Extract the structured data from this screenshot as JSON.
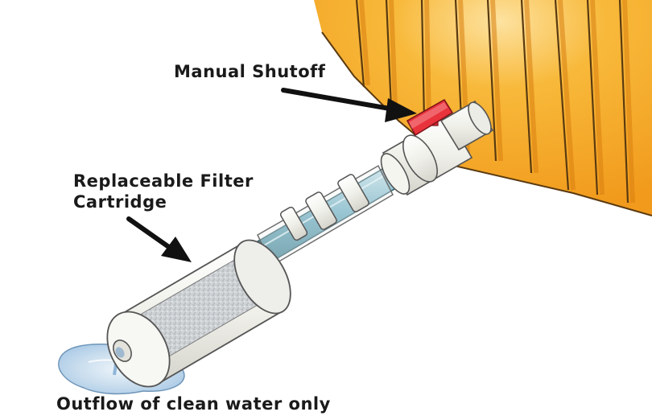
{
  "labels": {
    "manual_shutoff": "Manual Shutoff",
    "filter_line1": "Replaceable Filter",
    "filter_line2": "Cartridge",
    "outflow": "Outflow of clean water only"
  },
  "colors": {
    "wall": "#f5a623",
    "wall_shadow": "#d9800f",
    "wall_light": "#fcd27a",
    "pipe": "#f1f1ec",
    "pipe_outline": "#555555",
    "valve_handle": "#e8323c",
    "water": "#a9c9e6",
    "hose": "#6fb0c4",
    "arrow": "#111111"
  },
  "icons": {
    "arrow": "arrow-icon"
  }
}
